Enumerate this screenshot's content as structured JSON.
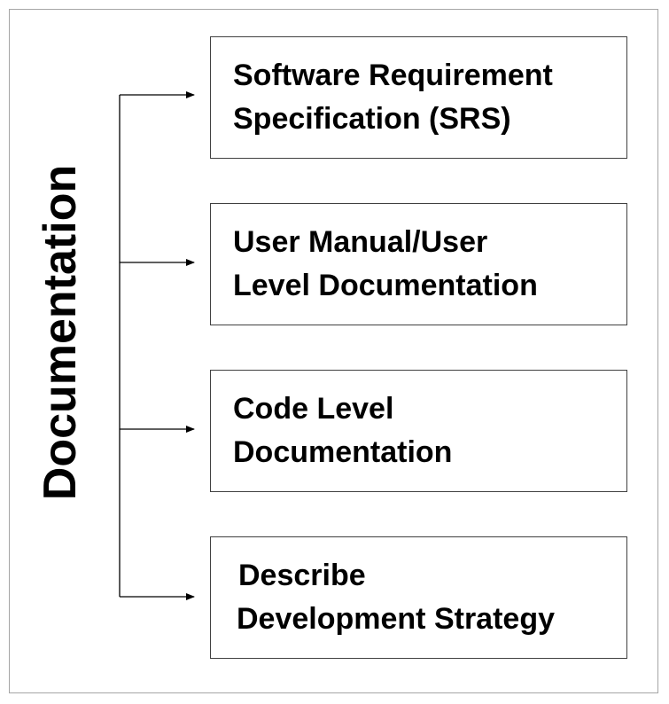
{
  "diagram": {
    "root": {
      "label": "Documentation"
    },
    "items": [
      {
        "line1": "Software Requirement",
        "line2": "Specification (SRS)"
      },
      {
        "line1": "User Manual/User",
        "line2": "Level Documentation"
      },
      {
        "line1": "Code Level",
        "line2": "Documentation"
      },
      {
        "line1": "Describe",
        "line2": "Development Strategy"
      }
    ],
    "colors": {
      "line": "#000000",
      "box_border": "#404040",
      "frame_border": "#a6a6a6"
    }
  }
}
